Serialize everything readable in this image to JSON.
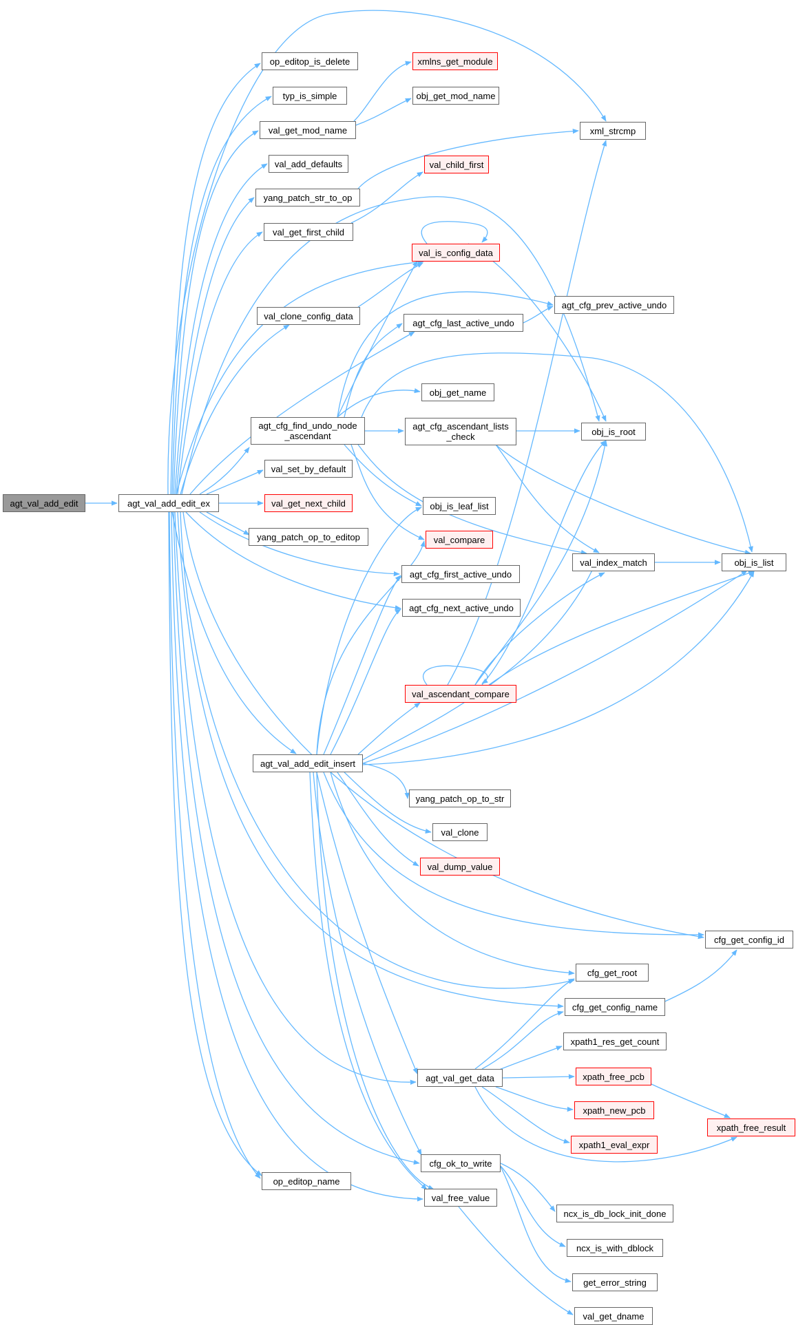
{
  "colors": {
    "edge": "#63b8ff",
    "node_border": "#666666",
    "red_border": "#ff0000",
    "red_fill": "#fff0f0",
    "root_fill": "#999999"
  },
  "nodes": {
    "agt_val_add_edit": "agt_val_add_edit",
    "agt_val_add_edit_ex": "agt_val_add_edit_ex",
    "op_editop_is_delete": "op_editop_is_delete",
    "typ_is_simple": "typ_is_simple",
    "val_get_mod_name": "val_get_mod_name",
    "val_add_defaults": "val_add_defaults",
    "yang_patch_str_to_op": "yang_patch_str_to_op",
    "val_get_first_child": "val_get_first_child",
    "val_clone_config_data": "val_clone_config_data",
    "agt_cfg_find_undo_node_ascendant": "agt_cfg_find_undo_node\n_ascendant",
    "val_set_by_default": "val_set_by_default",
    "val_get_next_child": "val_get_next_child",
    "yang_patch_op_to_editop": "yang_patch_op_to_editop",
    "agt_val_add_edit_insert": "agt_val_add_edit_insert",
    "op_editop_name": "op_editop_name",
    "xmlns_get_module": "xmlns_get_module",
    "obj_get_mod_name": "obj_get_mod_name",
    "val_child_first": "val_child_first",
    "val_is_config_data": "val_is_config_data",
    "agt_cfg_last_active_undo": "agt_cfg_last_active_undo",
    "obj_get_name": "obj_get_name",
    "agt_cfg_ascendant_lists_check": "agt_cfg_ascendant_lists\n_check",
    "obj_is_leaf_list": "obj_is_leaf_list",
    "val_compare": "val_compare",
    "agt_cfg_first_active_undo": "agt_cfg_first_active_undo",
    "agt_cfg_next_active_undo": "agt_cfg_next_active_undo",
    "val_ascendant_compare": "val_ascendant_compare",
    "yang_patch_op_to_str": "yang_patch_op_to_str",
    "val_clone": "val_clone",
    "val_dump_value": "val_dump_value",
    "agt_val_get_data": "agt_val_get_data",
    "cfg_ok_to_write": "cfg_ok_to_write",
    "val_free_value": "val_free_value",
    "xml_strcmp": "xml_strcmp",
    "agt_cfg_prev_active_undo": "agt_cfg_prev_active_undo",
    "obj_is_root": "obj_is_root",
    "val_index_match": "val_index_match",
    "cfg_get_root": "cfg_get_root",
    "cfg_get_config_name": "cfg_get_config_name",
    "xpath1_res_get_count": "xpath1_res_get_count",
    "xpath_free_pcb": "xpath_free_pcb",
    "xpath_new_pcb": "xpath_new_pcb",
    "xpath1_eval_expr": "xpath1_eval_expr",
    "ncx_is_db_lock_init_done": "ncx_is_db_lock_init_done",
    "ncx_is_with_dblock": "ncx_is_with_dblock",
    "get_error_string": "get_error_string",
    "val_get_dname": "val_get_dname",
    "obj_is_list": "obj_is_list",
    "cfg_get_config_id": "cfg_get_config_id",
    "xpath_free_result": "xpath_free_result"
  }
}
